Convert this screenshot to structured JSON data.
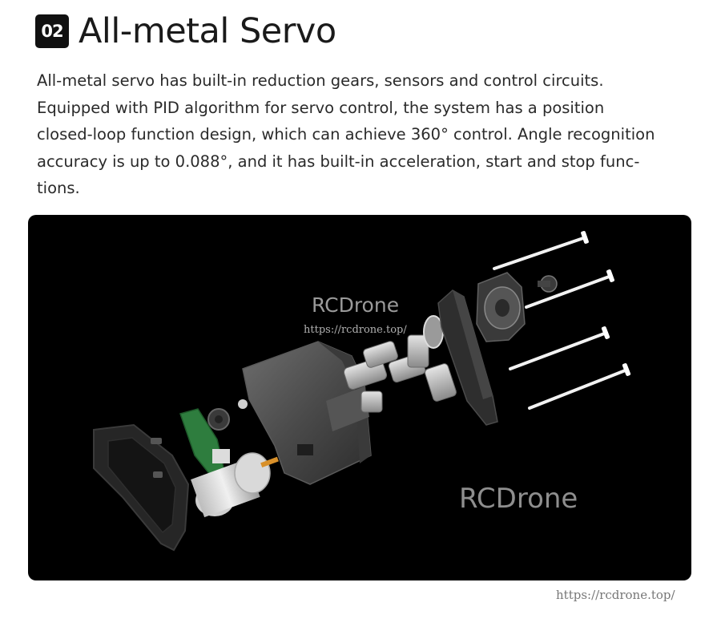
{
  "header": {
    "badge": "02",
    "title": "All-metal Servo"
  },
  "description_lines": [
    "All-metal servo has built-in reduction gears, sensors and control circuits.",
    "Equipped with PID algorithm for servo control, the system has a position",
    "closed-loop function design, which can achieve 360° control. Angle recognition",
    "accuracy is up to 0.088°, and it has built-in acceleration, start and stop func-",
    "tions."
  ],
  "image": {
    "icon": "exploded-servo-diagram",
    "watermark_brand": "RCDrone",
    "watermark_url": "https://rcdrone.top/",
    "watermark_brand_large": "RCDrone"
  },
  "footer": {
    "url": "https://rcdrone.top/"
  },
  "colors": {
    "panel_bg": "#000000",
    "badge_bg": "#111111",
    "pcb_green": "#2e7d3e"
  }
}
